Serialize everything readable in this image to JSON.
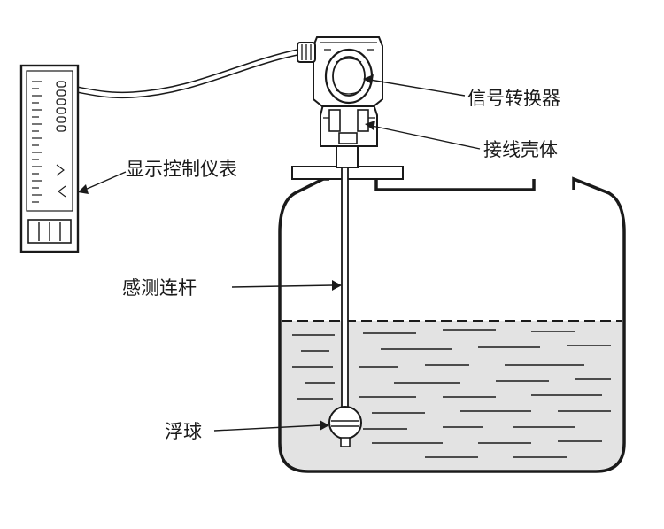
{
  "labels": {
    "signal_converter": "信号转换器",
    "junction_housing": "接线壳体",
    "display_controller": "显示控制仪表",
    "sensing_rod": "感测连杆",
    "float_ball": "浮球"
  }
}
